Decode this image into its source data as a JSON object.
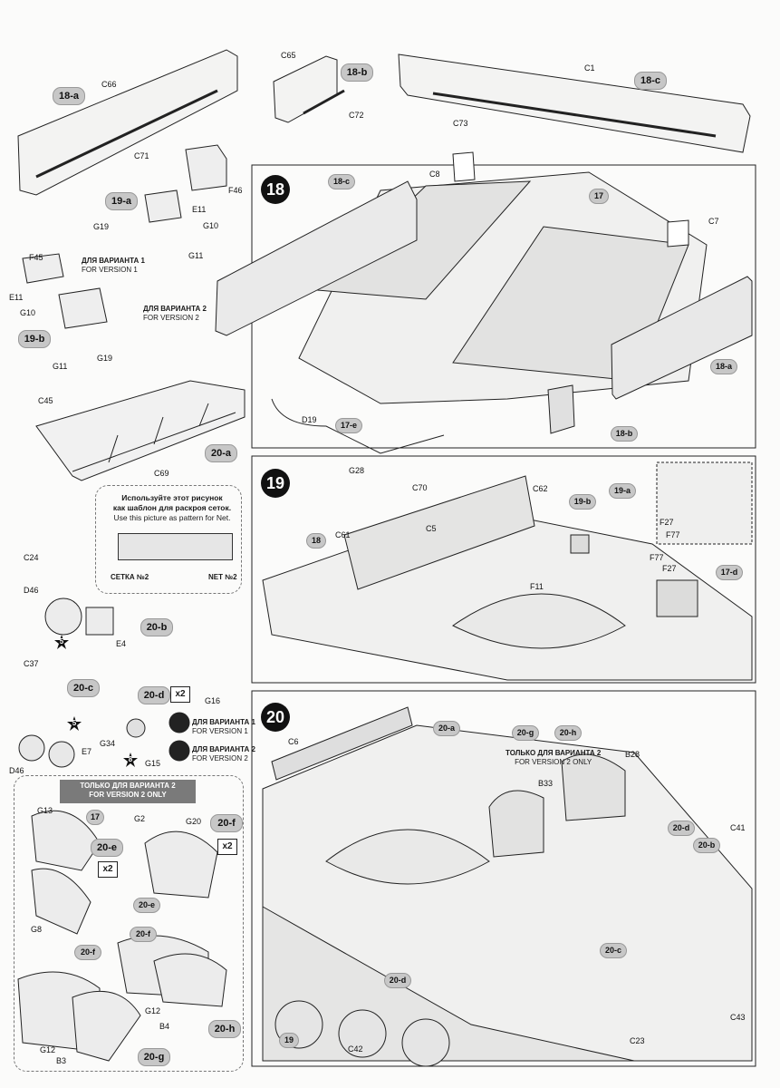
{
  "steps": {
    "s18": "18",
    "s19": "19",
    "s20": "20"
  },
  "badges": {
    "b18a": "18-a",
    "b18b": "18-b",
    "b18c": "18-c",
    "b19a": "19-a",
    "b19b": "19-b",
    "b20a": "20-a",
    "b20b": "20-b",
    "b20c": "20-c",
    "b20d": "20-d",
    "b20e": "20-e",
    "b20f": "20-f",
    "b20g": "20-g",
    "b20h": "20-h",
    "i18c": "18-c",
    "i17": "17",
    "i18a": "18-a",
    "i17e": "17-e",
    "i18b": "18-b",
    "i18": "18",
    "i19b": "19-b",
    "i19a": "19-a",
    "i17d": "17-d",
    "i20a": "20-a",
    "i20g": "20-g",
    "i20h": "20-h",
    "i20d": "20-d",
    "i20b": "20-b",
    "i20c": "20-c",
    "i20d2": "20-d",
    "i20e": "20-e",
    "i20f": "20-f",
    "i17b": "17"
  },
  "parts": {
    "C66": "C66",
    "C71": "C71",
    "C65": "C65",
    "C72": "C72",
    "C1": "C1",
    "C73": "C73",
    "F46": "F46",
    "E11a": "E11",
    "G10a": "G10",
    "G19a": "G19",
    "G11a": "G11",
    "F45": "F45",
    "E11b": "E11",
    "G10b": "G10",
    "G11b": "G11",
    "G19b": "G19",
    "C45": "C45",
    "C69": "C69",
    "C8": "C8",
    "C7": "C7",
    "D19": "D19",
    "G28": "G28",
    "C24": "C24",
    "D46a": "D46",
    "E4": "E4",
    "C37": "C37",
    "D46b": "D46",
    "E7": "E7",
    "G16": "G16",
    "G34": "G34",
    "G15": "G15",
    "C70": "C70",
    "C62": "C62",
    "C5": "C5",
    "C61": "C61",
    "F11": "F11",
    "F27a": "F27",
    "F77a": "F77",
    "F77b": "F77",
    "F27b": "F27",
    "C6": "C6",
    "B28": "B28",
    "B33": "B33",
    "C41": "C41",
    "C43": "C43",
    "C23": "C23",
    "C42": "C42",
    "G13": "G13",
    "G8": "G8",
    "G2": "G2",
    "G20": "G20",
    "G12a": "G12",
    "B4": "B4",
    "G12b": "G12",
    "B3": "B3"
  },
  "notes": {
    "v1_ru": "ДЛЯ ВАРИАНТА 1",
    "v1_en": "FOR VERSION  1",
    "v2_ru": "ДЛЯ ВАРИАНТА 2",
    "v2_en": "FOR VERSION  2",
    "g16_ru": "ДЛЯ ВАРИАНТА 1",
    "g16_en": "FOR VERSION  1",
    "g15_ru": "ДЛЯ ВАРИАНТА 2",
    "g15_en": "FOR VERSION  2",
    "only_v2_ru": "ТОЛЬКО ДЛЯ ВАРИАНТА 2",
    "only_v2_en": "FOR VERSION  2 ONLY",
    "only_v2b_ru": "ТОЛЬКО ДЛЯ ВАРИАНТА 2",
    "only_v2b_en": "FOR VERSION  2 ONLY"
  },
  "net": {
    "line1": "Используйте этот рисунок",
    "line2": "как шаблон для раскроя сеток.",
    "line3": "Use this picture as pattern for Net.",
    "left": "СЕТКА №2",
    "right": "NET №2"
  },
  "multipliers": {
    "x2a": "x2",
    "x2b": "x2",
    "x2c": "x2"
  },
  "stars": {
    "s5a": "5",
    "s5b": "5",
    "s8": "8"
  },
  "colors": {
    "badge_fill": "#c7c7c7",
    "step_fill": "#111111",
    "line": "#222222"
  }
}
